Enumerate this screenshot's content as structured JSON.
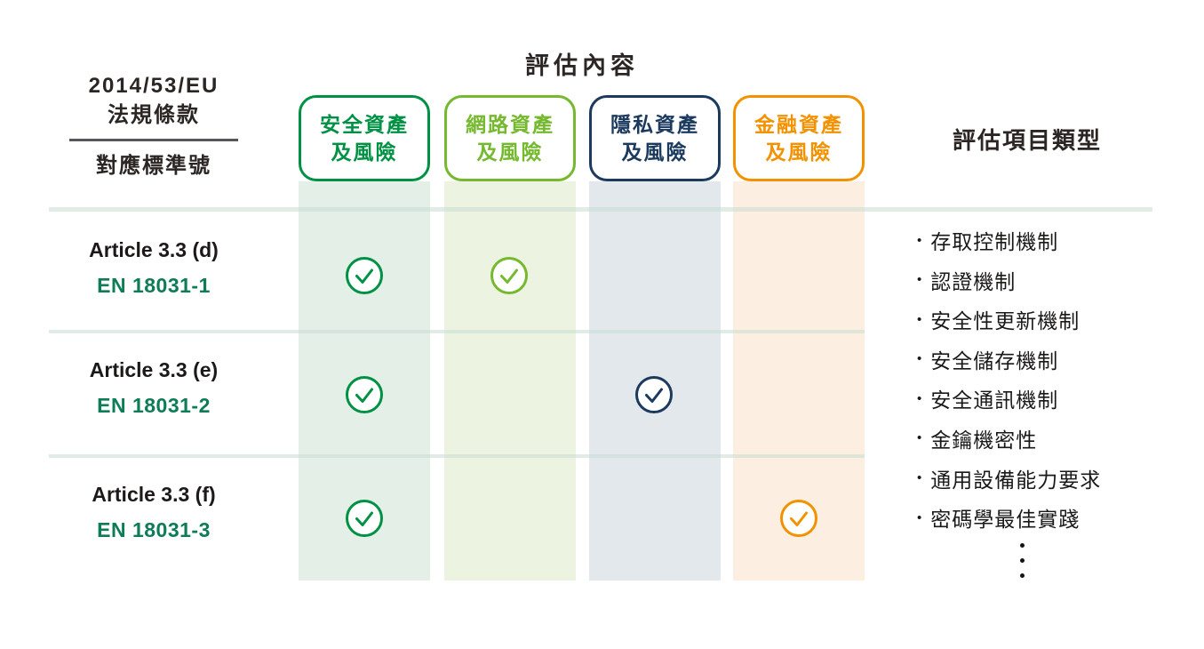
{
  "title": "評估內容",
  "left_header": {
    "line1": "2014/53/EU",
    "line2": "法規條款",
    "line3": "對應標準號"
  },
  "columns": [
    {
      "name": "security-assets",
      "label_line1": "安全資產",
      "label_line2": "及風險",
      "color": "#009144",
      "band_color": "#e4efe8"
    },
    {
      "name": "network-assets",
      "label_line1": "網路資產",
      "label_line2": "及風險",
      "color": "#74b92e",
      "band_color": "#ecf4e1"
    },
    {
      "name": "privacy-assets",
      "label_line1": "隱私資產",
      "label_line2": "及風險",
      "color": "#1b3a5e",
      "band_color": "#e3e8ed"
    },
    {
      "name": "financial-assets",
      "label_line1": "金融資產",
      "label_line2": "及風險",
      "color": "#f29200",
      "band_color": "#fcefe2"
    }
  ],
  "rows": [
    {
      "article": "Article 3.3 (d)",
      "standard": "EN 18031-1",
      "checks": [
        true,
        true,
        false,
        false
      ]
    },
    {
      "article": "Article 3.3 (e)",
      "standard": "EN 18031-2",
      "checks": [
        true,
        false,
        true,
        false
      ]
    },
    {
      "article": "Article 3.3 (f)",
      "standard": "EN 18031-3",
      "checks": [
        true,
        false,
        false,
        true
      ]
    }
  ],
  "right_panel": {
    "header": "評估項目類型",
    "bullet_char": "•",
    "items": [
      "存取控制機制",
      "認證機制",
      "安全性更新機制",
      "安全儲存機制",
      "安全通訊機制",
      "金鑰機密性",
      "通用設備能力要求",
      "密碼學最佳實踐"
    ],
    "more_icon": "vertical-ellipsis"
  },
  "colors": {
    "text_dark": "#2b2623",
    "article_text": "#1c1918",
    "standard_green": "#0e7c57",
    "separator": "#c9ddd4",
    "left_divider": "#57565a"
  }
}
